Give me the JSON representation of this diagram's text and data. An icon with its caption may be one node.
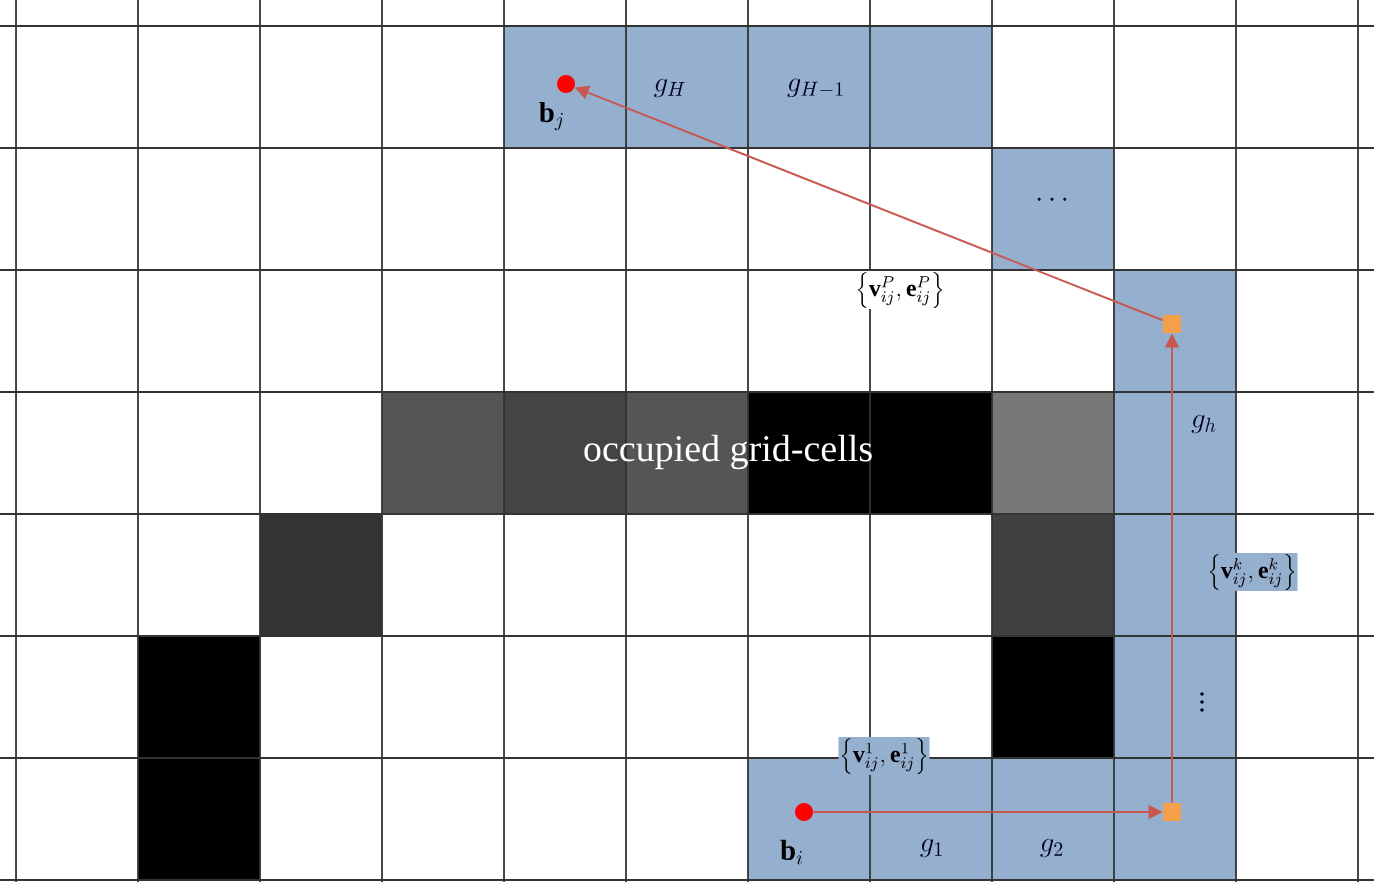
{
  "diagram": {
    "nodes": [
      {
        "text": [],
        "shape": "circle",
        "beside": [
          "\\mathbf{b}_{i}"
        ]
      },
      {
        "text": [],
        "shape": "box"
      },
      {
        "text": [],
        "shape": "box"
      },
      {
        "text": [],
        "shape": "circle",
        "beside": [
          "\\mathbf{b}_{j}"
        ]
      }
    ],
    "edges": [
      {
        "from": 0,
        "to": 2,
        "arrow": "to",
        "label": "\\left\\{\\mathbf{v}_{ij}^{1},\\mathbf{e}_{ij}^{1}\\right\\}"
      },
      {
        "from": 2,
        "to": 1,
        "arrow": "to",
        "label": "\\left\\{\\mathbf{v}_{ij}^{k},\\mathbf{e}_{ij}^{k}\\right\\}"
      },
      {
        "from": 1,
        "to": 3,
        "arrow": "to",
        "label": "\\left\\{\\mathbf{v}_{ij}^{P},\\mathbf{e}_{ij}^{P}\\right\\}"
      }
    ],
    "labels": [
      "g_{H}",
      "g_{H-1}",
      "\\cdots",
      "occupied grid-cells",
      "g_{h}",
      "\\vdots",
      "g_{1}",
      "g_{2}"
    ]
  }
}
